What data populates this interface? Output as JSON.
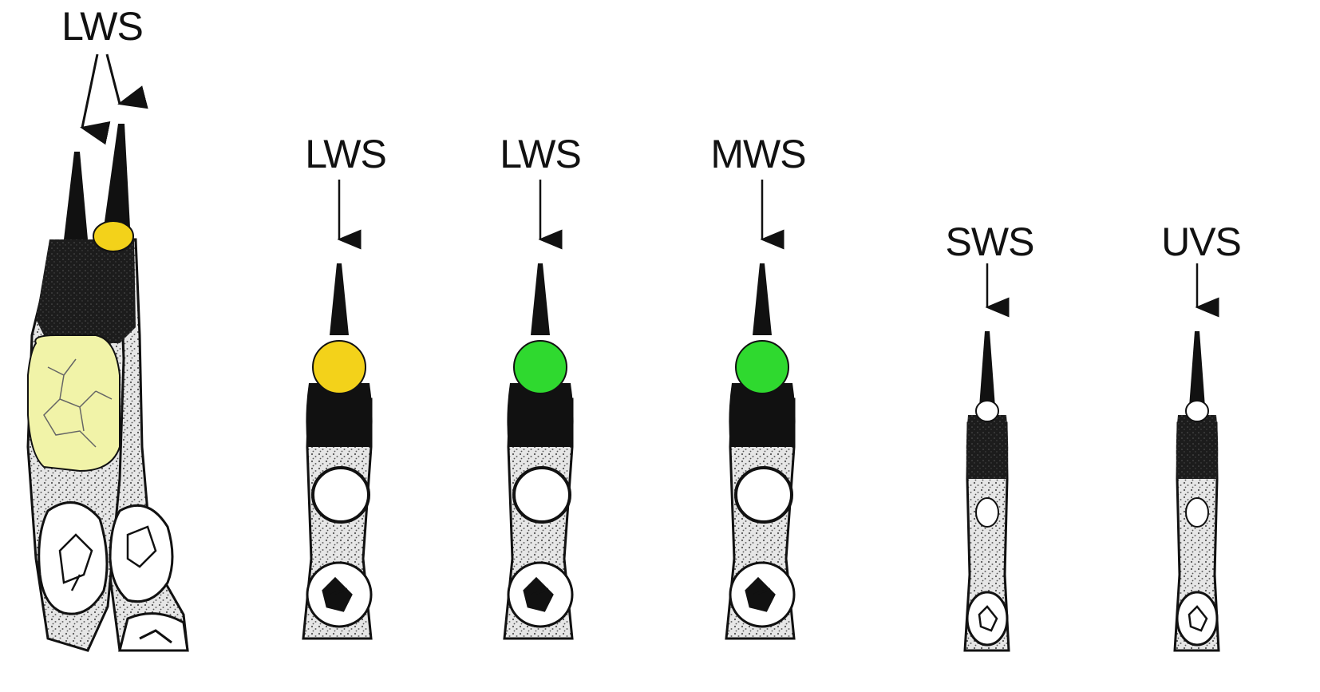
{
  "labels": {
    "double_cone": "LWS",
    "cone_1": "LWS",
    "cone_2": "LWS",
    "cone_3": "MWS",
    "cone_4": "SWS",
    "cone_5": "UVS"
  },
  "colors": {
    "ink": "#111111",
    "cytoplasm": "#d8d8d8",
    "oil_droplet_yellow": "#f3d21a",
    "oil_droplet_green": "#2fd92f",
    "oil_droplet_clear": "#ffffff",
    "principal_droplet_pale": "#f1f3a8"
  }
}
